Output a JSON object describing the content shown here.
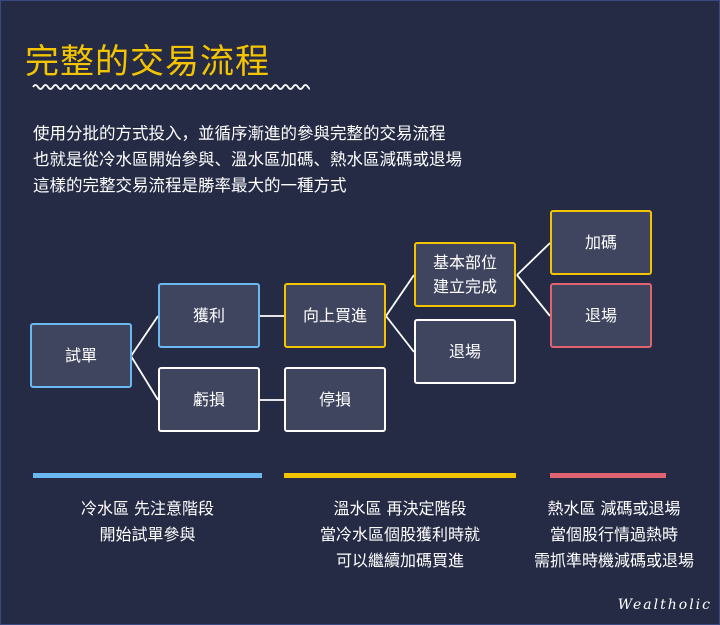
{
  "title": "完整的交易流程",
  "description": [
    "使用分批的方式投入，並循序漸進的參與完整的交易流程",
    "也就是從冷水區開始參與、溫水區加碼、熱水區減碼或退場",
    "這樣的完整交易流程是勝率最大的一種方式"
  ],
  "nodes": {
    "trial": "試單",
    "profit": "獲利",
    "loss": "虧損",
    "buy_up": "向上買進",
    "stop_loss": "停損",
    "base_position": "基本部位\n建立完成",
    "exit_mid": "退場",
    "add": "加碼",
    "exit_right": "退場"
  },
  "colors": {
    "background": "#252b45",
    "box": "#40455f",
    "cold": "#6ab8f0",
    "warm": "#f5c400",
    "hot": "#e06470"
  },
  "zones": [
    {
      "name": "cold",
      "text": "冷水區  先注意階段\n開始試單參與"
    },
    {
      "name": "warm",
      "text": "溫水區  再決定階段\n當冷水區個股獲利時就\n可以繼續加碼買進"
    },
    {
      "name": "hot",
      "text": "熱水區  減碼或退場\n當個股行情過熱時\n需抓準時機減碼或退場"
    }
  ],
  "brand": "Wealtholic"
}
